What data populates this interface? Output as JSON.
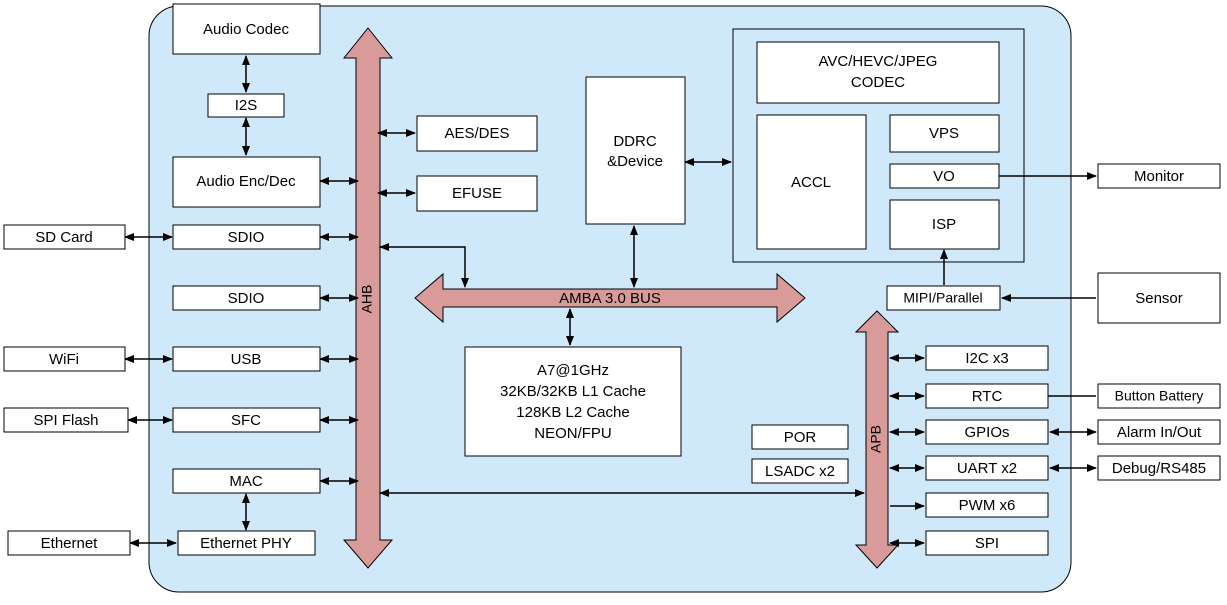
{
  "colors": {
    "soc_background": "#cfe9fb",
    "bus_fill": "#d99a9a",
    "block_fill": "#ffffff",
    "line": "#000000"
  },
  "blocks": {
    "audio_codec": "Audio Codec",
    "i2s": "I2S",
    "audio_enc_dec": "Audio Enc/Dec",
    "aes_des": "AES/DES",
    "efuse": "EFUSE",
    "sd_card": "SD Card",
    "sdio_1": "SDIO",
    "sdio_2": "SDIO",
    "wifi": "WiFi",
    "usb": "USB",
    "spi_flash": "SPI Flash",
    "sfc": "SFC",
    "mac": "MAC",
    "ethernet": "Ethernet",
    "ethernet_phy": "Ethernet PHY",
    "ddrc_lines": [
      "DDRC",
      "&Device"
    ],
    "codec_lines": [
      "AVC/HEVC/JPEG",
      "CODEC"
    ],
    "accl": "ACCL",
    "vps": "VPS",
    "vo": "VO",
    "isp": "ISP",
    "monitor": "Monitor",
    "mipi": "MIPI/Parallel",
    "sensor": "Sensor",
    "cpu_lines": [
      "A7@1GHz",
      "32KB/32KB L1 Cache",
      "128KB L2 Cache",
      "NEON/FPU"
    ],
    "i2c": "I2C x3",
    "rtc": "RTC",
    "button_battery": "Button Battery",
    "gpios": "GPIOs",
    "alarm": "Alarm In/Out",
    "uart": "UART x2",
    "debug": "Debug/RS485",
    "pwm": "PWM x6",
    "spi": "SPI",
    "por": "POR",
    "lsadc": "LSADC x2"
  },
  "buses": {
    "ahb": "AHB",
    "amba": "AMBA 3.0 BUS",
    "apb": "APB"
  }
}
